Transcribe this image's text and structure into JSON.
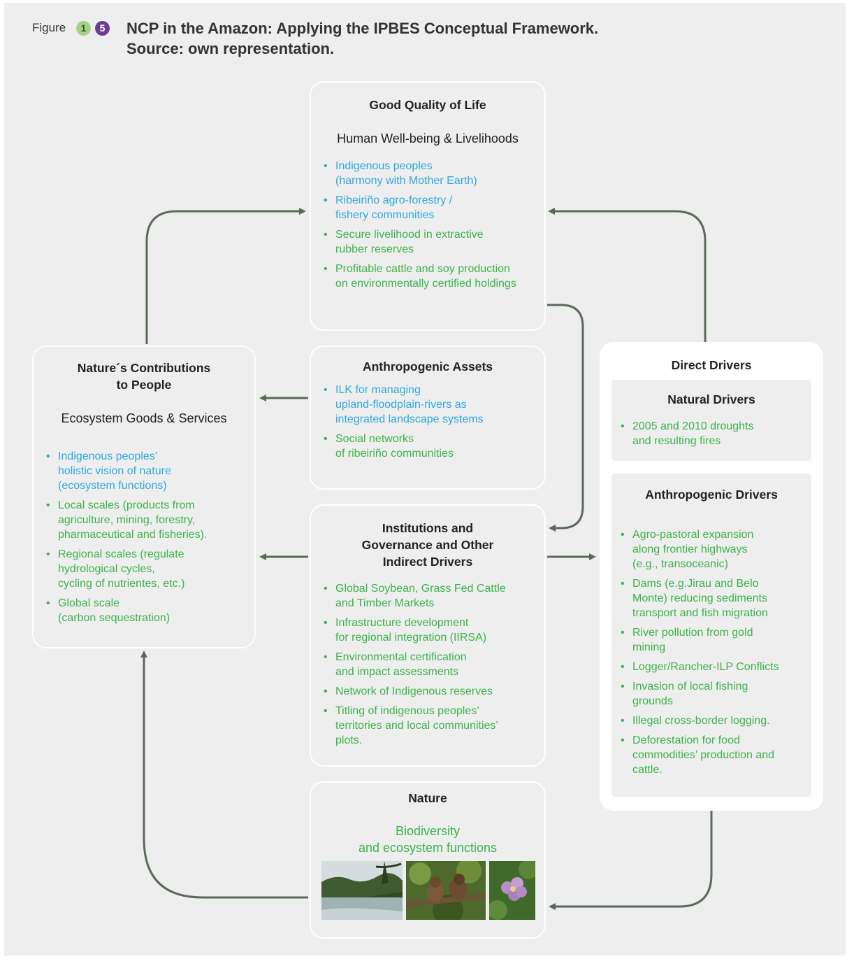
{
  "header": {
    "figure_word": "Figure",
    "badge_1": "1",
    "badge_2": "5",
    "title_line1": "NCP in the Amazon: Applying the IPBES Conceptual Framework.",
    "title_line2": "Source: own representation."
  },
  "good_quality": {
    "title": "Good Quality of Life",
    "subtitle": "Human Well-being  & Livelihoods",
    "items": [
      {
        "lines": [
          "Indigenous peoples",
          "(harmony with Mother Earth)"
        ],
        "color": "#2fa8de"
      },
      {
        "lines": [
          "Ribeiriño agro-forestry /",
          "fishery communities"
        ],
        "color": "#2fa8de"
      },
      {
        "lines": [
          "Secure livelihood in extractive",
          "rubber reserves"
        ],
        "color": "#3db24b"
      },
      {
        "lines": [
          "Profitable cattle and soy production",
          "on environmentally certified holdings"
        ],
        "color": "#3db24b"
      }
    ]
  },
  "ncp": {
    "title_line1": "Nature´s Contributions",
    "title_line2": "to People",
    "subtitle": "Ecosystem Goods  & Services",
    "items": [
      {
        "lines": [
          "Indigenous peoples’",
          "holistic vision of nature",
          "(ecosystem functions)"
        ],
        "color": "#2fa8de"
      },
      {
        "lines": [
          "Local scales (products from",
          "agriculture, mining, forestry,",
          "pharmaceutical and fisheries)."
        ],
        "color": "#3db24b"
      },
      {
        "lines": [
          "Regional scales (regulate",
          "hydrological cycles,",
          "cycling of nutrientes, etc.)"
        ],
        "color": "#3db24b"
      },
      {
        "lines": [
          "Global scale",
          "(carbon sequestration)"
        ],
        "color": "#3db24b"
      }
    ]
  },
  "assets": {
    "title": "Anthropogenic Assets",
    "items": [
      {
        "lines": [
          "ILK for managing",
          "upland-floodplain-rivers as",
          "integrated landscape systems"
        ],
        "color": "#2fa8de"
      },
      {
        "lines": [
          "Social networks",
          "of ribeiriño communities"
        ],
        "color": "#3db24b"
      }
    ]
  },
  "institutions": {
    "title_line1": "Institutions and",
    "title_line2": "Governance and Other",
    "title_line3": "Indirect Drivers",
    "items": [
      {
        "lines": [
          "Global Soybean, Grass Fed Cattle",
          "and Timber Markets"
        ],
        "color": "#3db24b"
      },
      {
        "lines": [
          "Infrastructure development",
          "for regional integration (IIRSA)"
        ],
        "color": "#3db24b"
      },
      {
        "lines": [
          "Environmental certification",
          "and impact assessments"
        ],
        "color": "#3db24b"
      },
      {
        "lines": [
          "Network of Indigenous reserves"
        ],
        "color": "#3db24b"
      },
      {
        "lines": [
          "Titling of indigenous peoples’",
          "territories and local communities’",
          "plots."
        ],
        "color": "#3db24b"
      }
    ]
  },
  "nature": {
    "title": "Nature",
    "subtitle_line1": "Biodiversity",
    "subtitle_line2": "and ecosystem functions",
    "subtitle_color": "#3db24b"
  },
  "drivers": {
    "title": "Direct Drivers",
    "natural_title": "Natural Drivers",
    "natural_items": [
      {
        "lines": [
          "2005 and 2010 droughts",
          "and resulting fires"
        ],
        "color": "#3db24b"
      }
    ],
    "anthro_title": "Anthropogenic Drivers",
    "anthro_items": [
      {
        "lines": [
          "Agro-pastoral expansion",
          "along frontier highways",
          "(e.g., transoceanic)"
        ],
        "color": "#3db24b"
      },
      {
        "lines": [
          "Dams (e.g.Jirau and Belo",
          "Monte) reducing sediments",
          "transport and fish migration"
        ],
        "color": "#3db24b"
      },
      {
        "lines": [
          "River pollution from gold",
          "mining"
        ],
        "color": "#3db24b"
      },
      {
        "lines": [
          "Logger/Rancher-ILP Conflicts"
        ],
        "color": "#3db24b"
      },
      {
        "lines": [
          "Invasion of local fishing",
          "grounds"
        ],
        "color": "#3db24b"
      },
      {
        "lines": [
          "Illegal cross-border logging."
        ],
        "color": "#3db24b"
      },
      {
        "lines": [
          "Deforestation for food",
          "commodities’ production and",
          "cattle."
        ],
        "color": "#3db24b"
      }
    ]
  },
  "colors": {
    "background": "#eeeeee",
    "arrow": "#5a6a58",
    "blue_text": "#2fa8de",
    "green_text": "#3db24b"
  }
}
